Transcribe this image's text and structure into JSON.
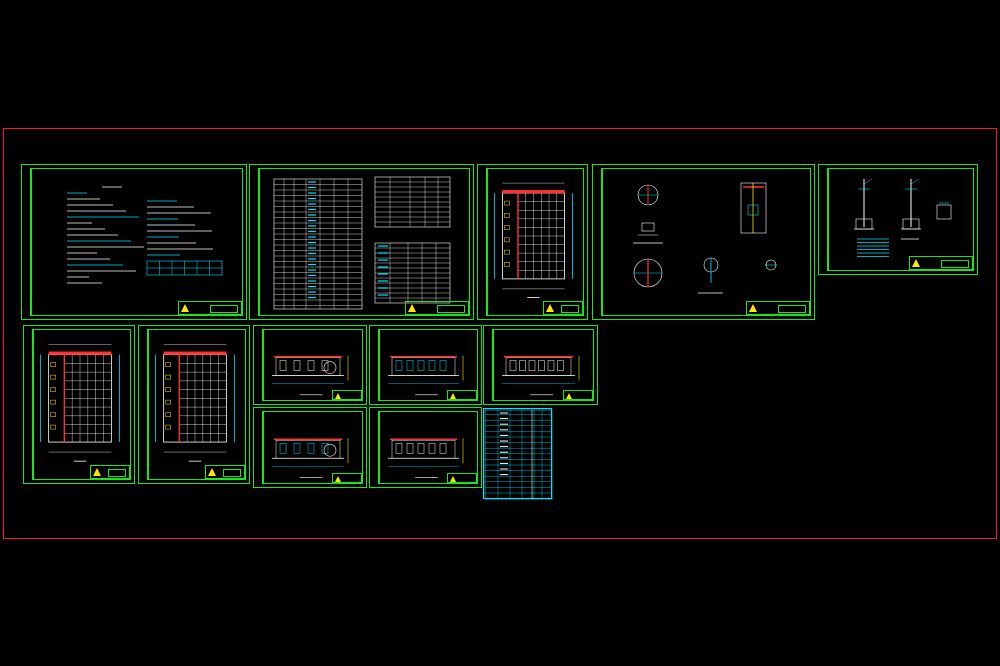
{
  "app": {
    "colors": {
      "background": "#000000",
      "limits": "#ff1a1a",
      "frame": "#19e619",
      "drawing": "#ffffff",
      "accent": "#00e5ff",
      "fill": "#ff3030",
      "highlight": "#ffe600"
    }
  },
  "drawing_sheets": [
    {
      "id": "s01",
      "content": "design-notes"
    },
    {
      "id": "s02",
      "content": "schedule-tables"
    },
    {
      "id": "s03",
      "content": "plan"
    },
    {
      "id": "s04",
      "content": "details"
    },
    {
      "id": "s05",
      "content": "sections"
    },
    {
      "id": "s06",
      "content": "plan"
    },
    {
      "id": "s07",
      "content": "plan"
    },
    {
      "id": "s08",
      "content": "elevation"
    },
    {
      "id": "s09",
      "content": "elevation"
    },
    {
      "id": "s10",
      "content": "elevation"
    },
    {
      "id": "s11",
      "content": "elevation"
    },
    {
      "id": "s12",
      "content": "elevation"
    },
    {
      "id": "s13",
      "content": "schedule-cyan"
    }
  ]
}
